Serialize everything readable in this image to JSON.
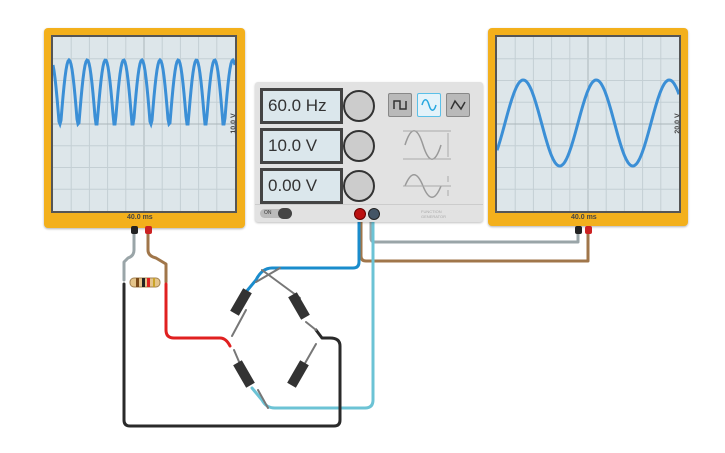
{
  "oscilloscope_left": {
    "time_label": "40.0 ms",
    "volt_label": "10.0 V"
  },
  "oscilloscope_right": {
    "time_label": "40.0 ms",
    "volt_label": "20.0 V"
  },
  "function_generator": {
    "frequency": "60.0 Hz",
    "amplitude": "10.0 V",
    "dc_offset": "0.00 V",
    "waveforms": [
      "square",
      "sine",
      "triangle"
    ],
    "selected_waveform": "sine",
    "power_label": "ON",
    "brand": "FUNCTION GENERATOR"
  },
  "colors": {
    "scope": "#f3b01c",
    "trace": "#3b8fd6",
    "wire_red": "#e02020",
    "wire_blue": "#1a8ccc",
    "wire_cyan": "#6cc3d5",
    "wire_brown": "#a0764a",
    "wire_gray": "#9aa5a8",
    "wire_black": "#2a2a2a"
  }
}
